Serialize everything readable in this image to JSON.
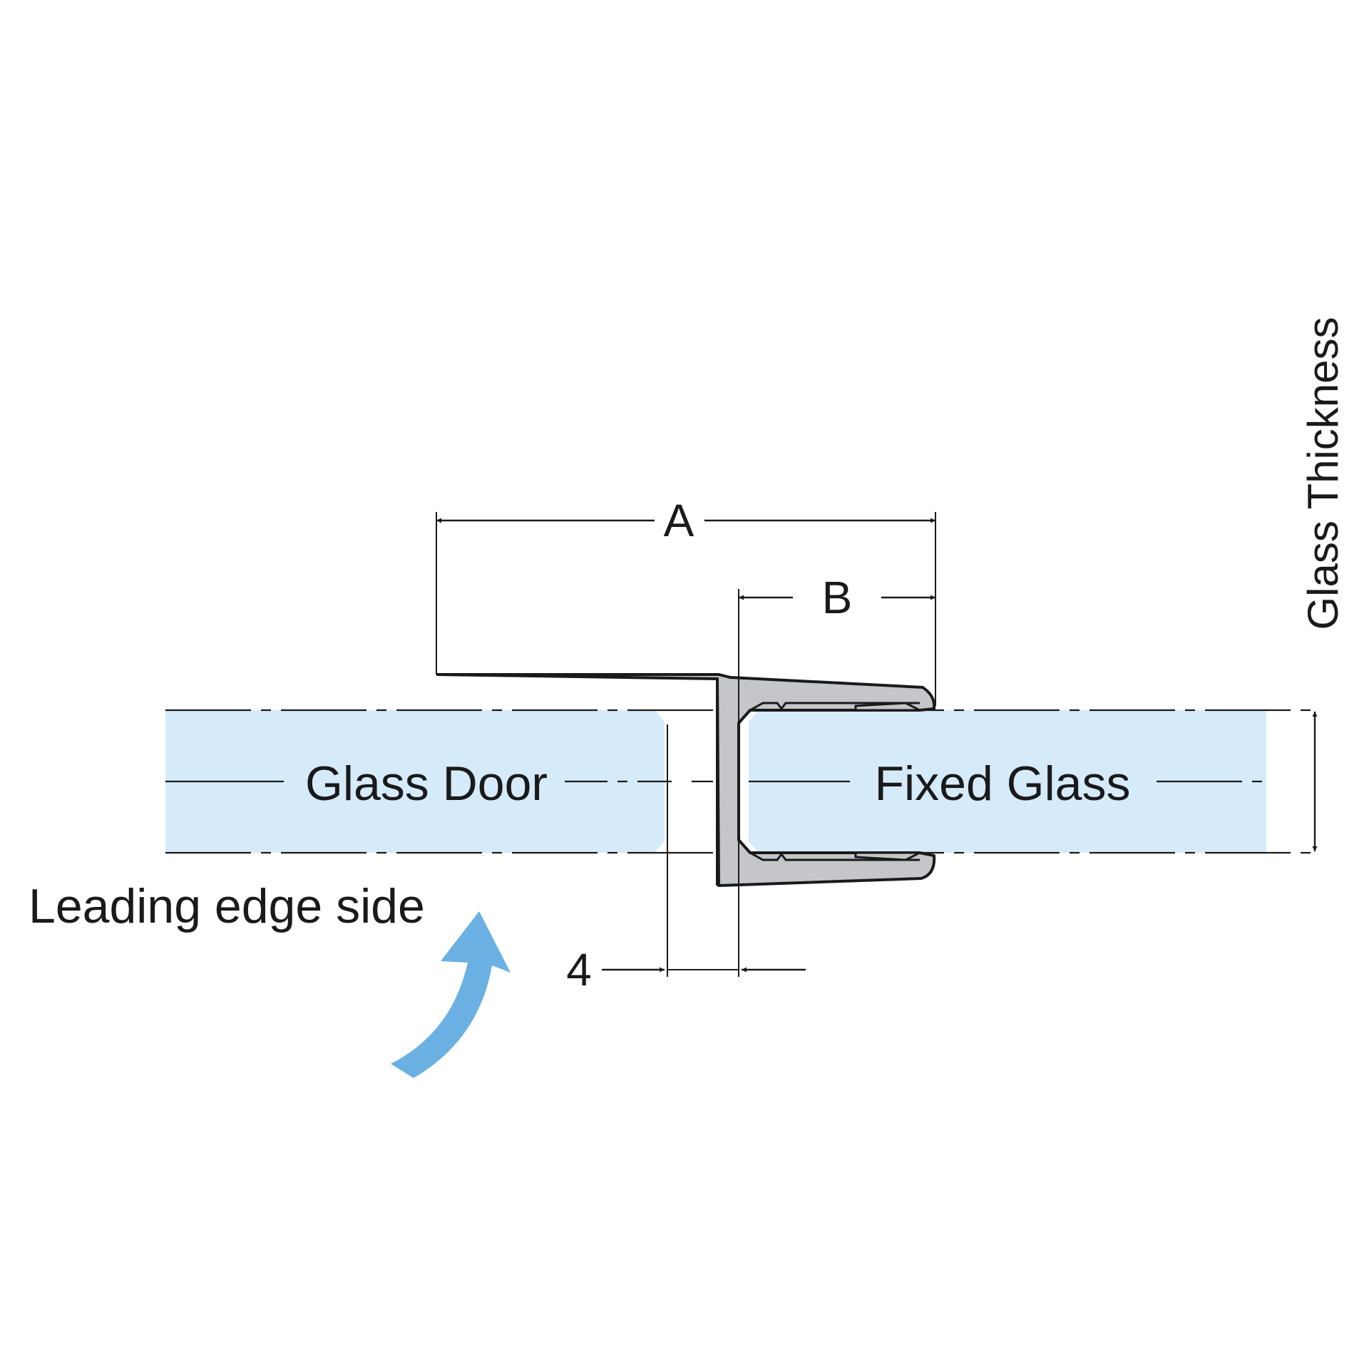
{
  "labels": {
    "glass_door": "Glass Door",
    "fixed_glass": "Fixed Glass",
    "leading_edge": "Leading edge side",
    "glass_thickness": "Glass Thickness",
    "dim_a": "A",
    "dim_b": "B",
    "dim_gap": "4"
  },
  "colors": {
    "glass_fill": "#d5ebfa",
    "seal_fill": "#c4c6c9",
    "line": "#1a1a1a",
    "arrow": "#6ab0e3"
  },
  "icons": {
    "leading_edge_arrow": "curved-arrow-icon"
  }
}
